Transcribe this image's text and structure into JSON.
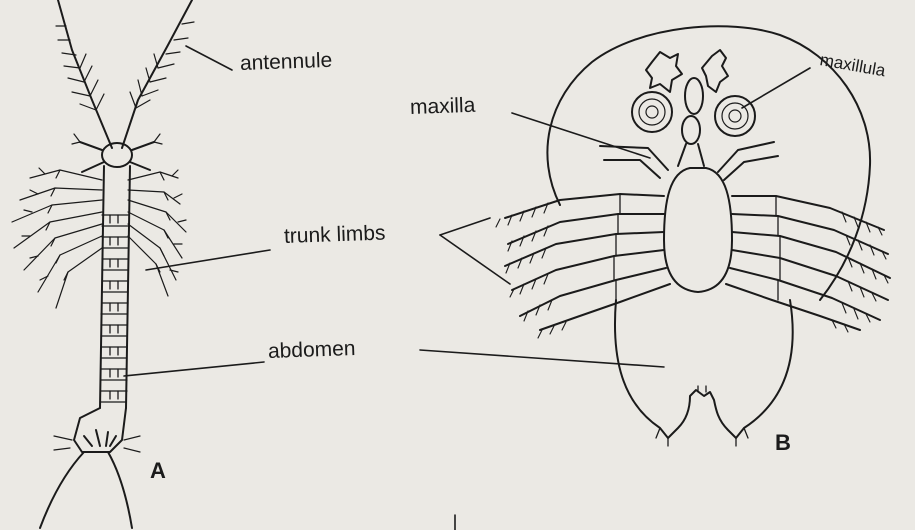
{
  "figure": {
    "labels": {
      "antennule": "antennule",
      "maxilla": "maxilla",
      "maxillula": "maxillula",
      "trunk_limbs": "trunk limbs",
      "abdomen": "abdomen"
    },
    "panels": {
      "a": "A",
      "b": "B"
    }
  },
  "colors": {
    "ink": "#1b1b1b",
    "paper": "#ebe9e4"
  }
}
